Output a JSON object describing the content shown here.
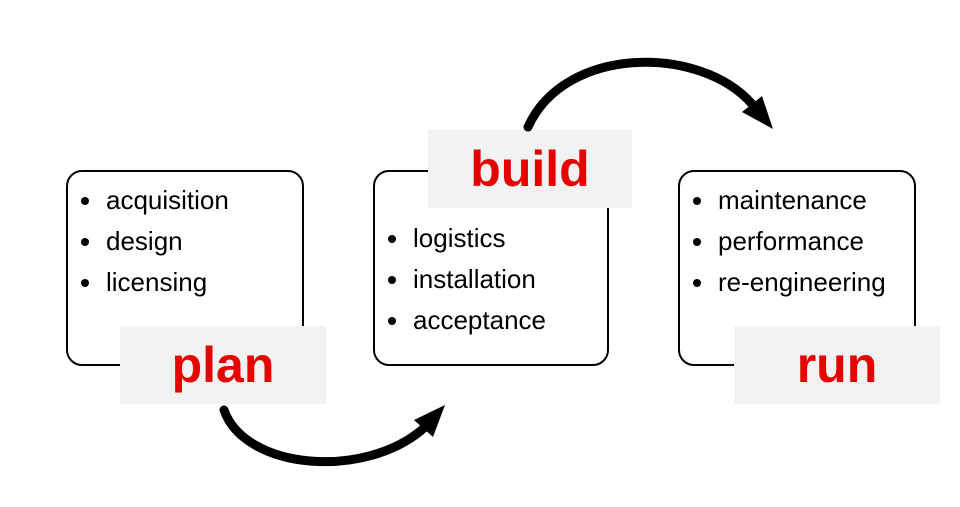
{
  "stages": [
    {
      "id": "plan",
      "label": "plan",
      "items": [
        "acquisition",
        "design",
        "licensing"
      ]
    },
    {
      "id": "build",
      "label": "build",
      "items": [
        "logistics",
        "installation",
        "acceptance"
      ]
    },
    {
      "id": "run",
      "label": "run",
      "items": [
        "maintenance",
        "performance",
        "re-engineering"
      ]
    }
  ],
  "colors": {
    "label_text": "#e60000",
    "label_background": "#f2f2f2",
    "border": "#000000"
  }
}
